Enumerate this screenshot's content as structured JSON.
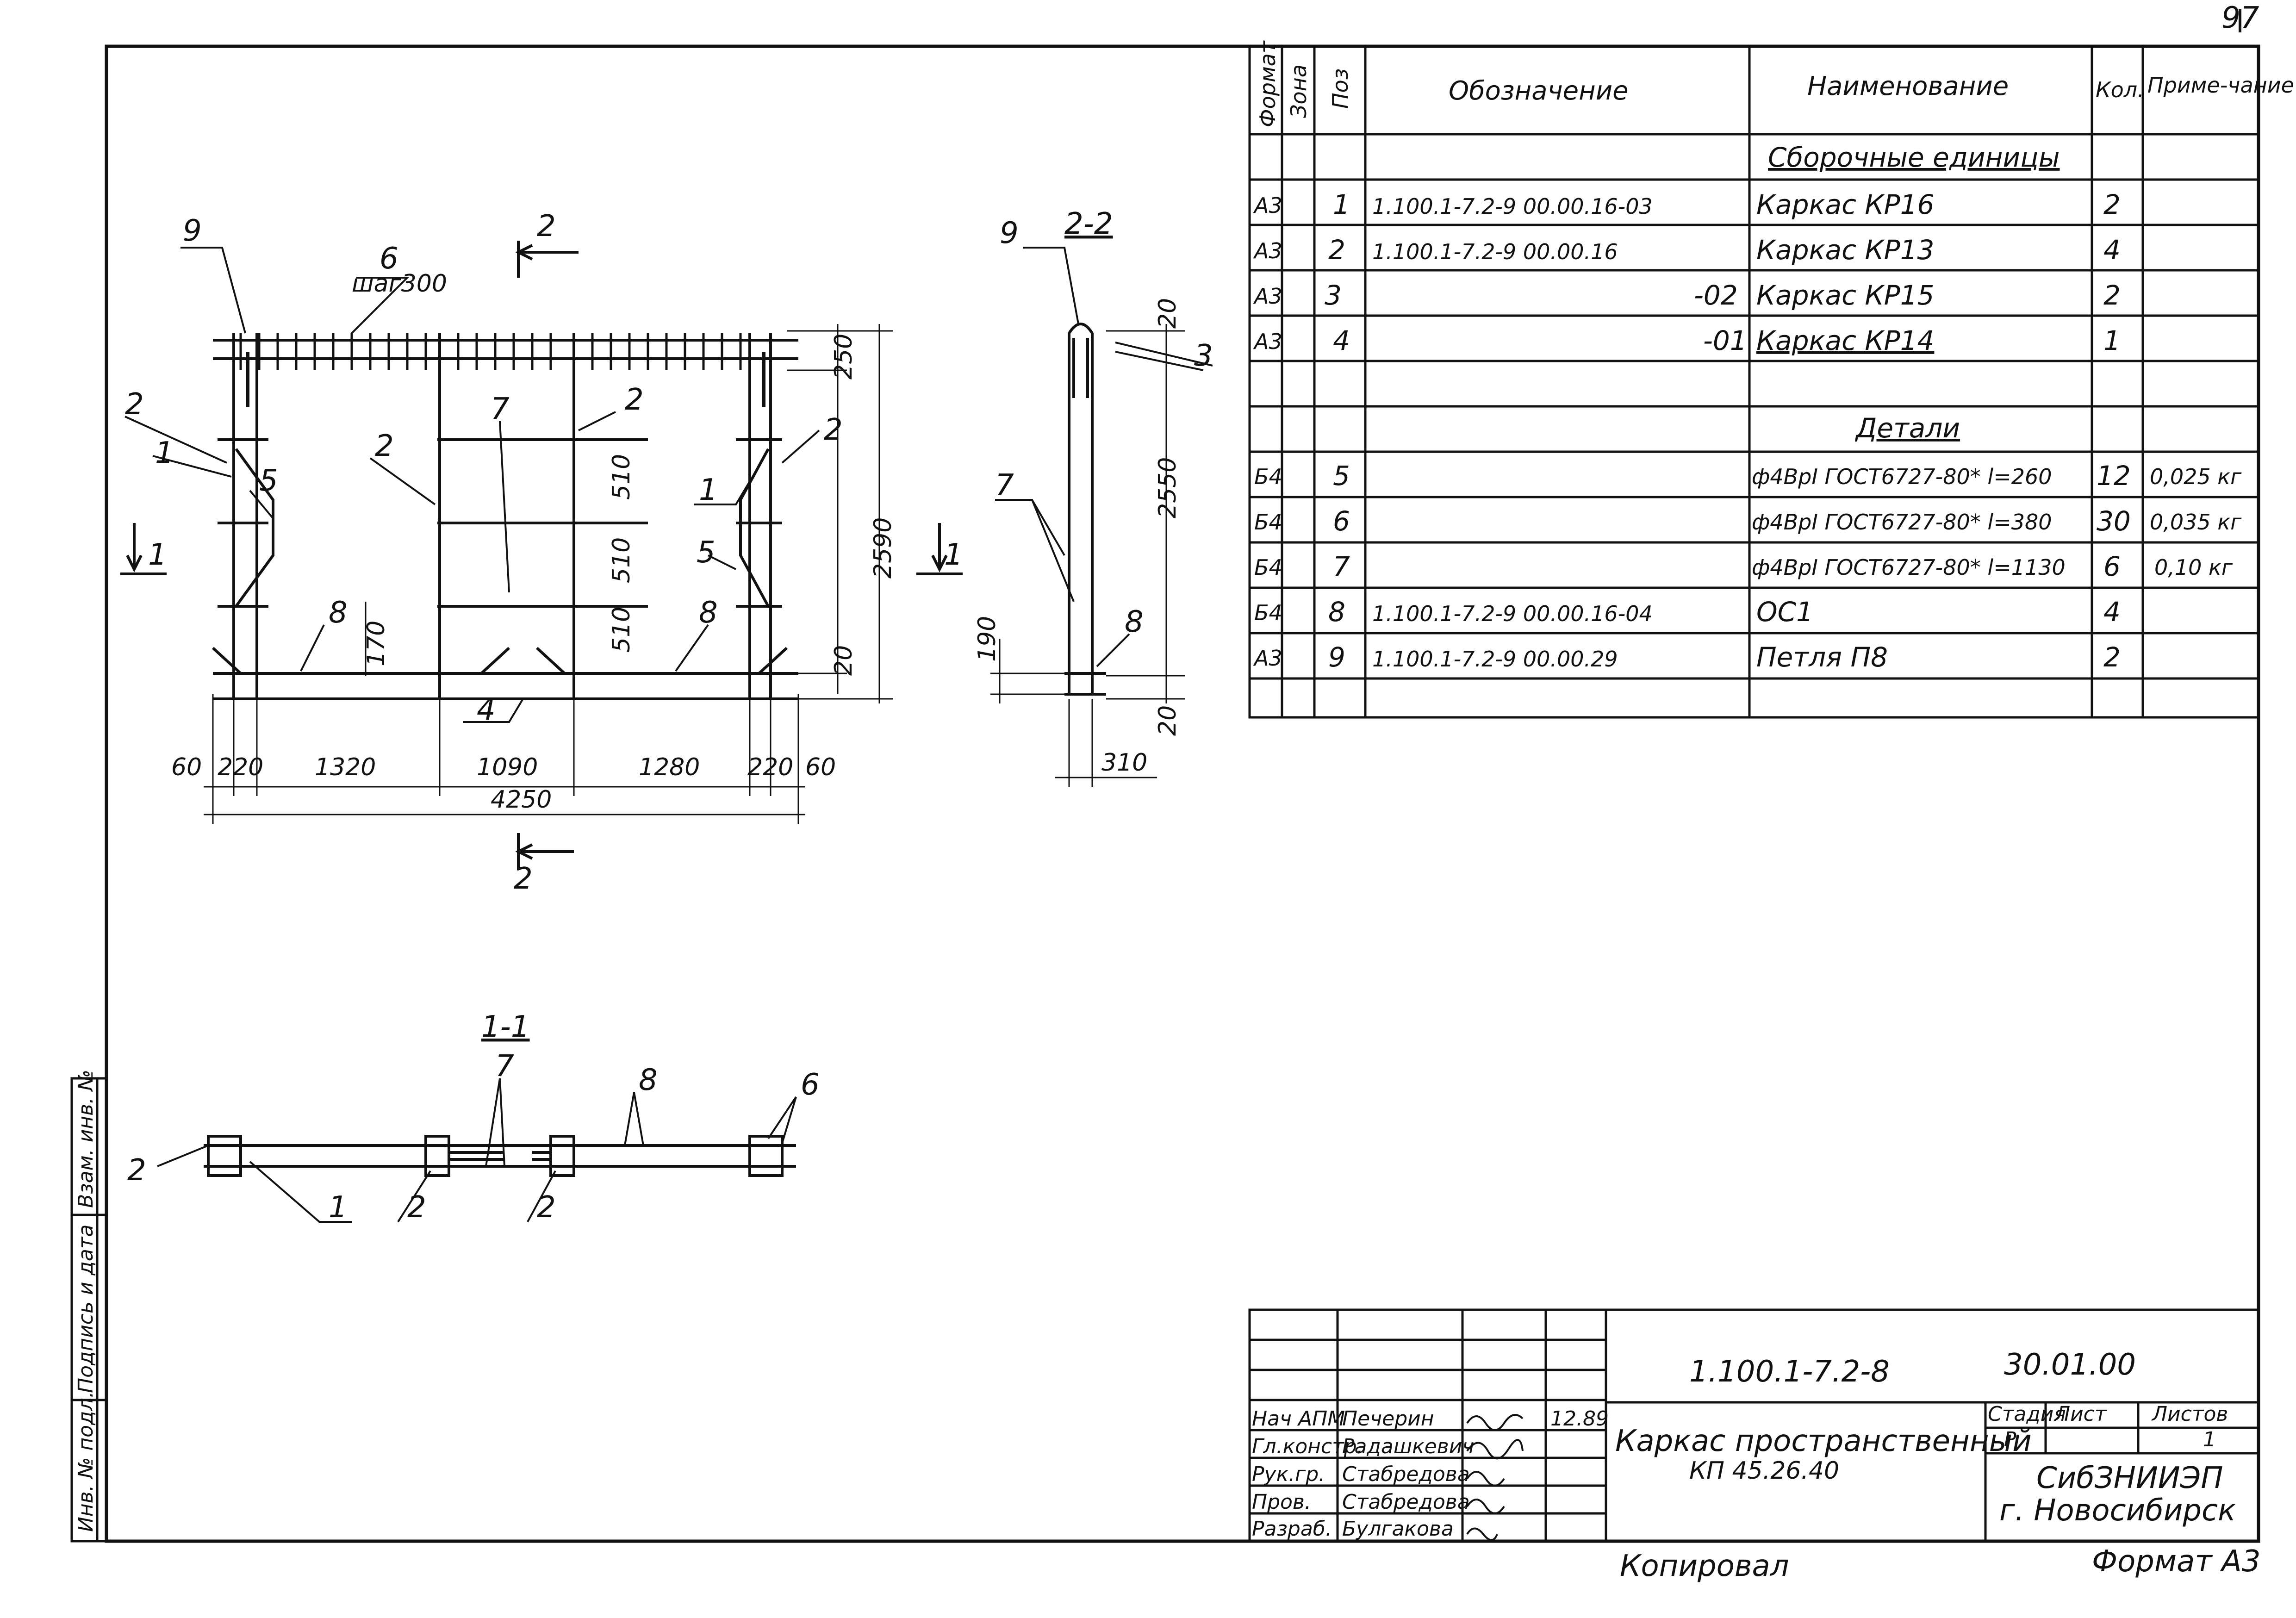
{
  "sheet": {
    "corner_number": "97",
    "copied_label": "Копировал",
    "format_label": "Формат А3"
  },
  "spec_table": {
    "headers": {
      "format": "Формат",
      "zone": "Зона",
      "pos": "Поз",
      "designation": "Обозначение",
      "name": "Наименование",
      "qty": "Кол.",
      "note": "Приме-чание"
    },
    "section_assemblies": "Сборочные единицы",
    "section_details": "Детали",
    "rows": [
      {
        "format": "А3",
        "pos": "1",
        "designation": "1.100.1-7.2-9   00.00.16-03",
        "name": "Каркас КР16",
        "qty": "2",
        "note": ""
      },
      {
        "format": "А3",
        "pos": "2",
        "designation": "1.100.1-7.2-9   00.00.16",
        "name": "Каркас КР13",
        "qty": "4",
        "note": ""
      },
      {
        "format": "А3",
        "pos": "3",
        "designation": "-02",
        "name": "Каркас КР15",
        "qty": "2",
        "note": ""
      },
      {
        "format": "А3",
        "pos": "4",
        "designation": "-01",
        "name": "Каркас КР14",
        "qty": "1",
        "note": ""
      },
      {
        "format": "Б4",
        "pos": "5",
        "designation": "",
        "name": "ф4ВрI ГОСТ6727-80* l=260",
        "qty": "12",
        "note": "0,025 кг"
      },
      {
        "format": "Б4",
        "pos": "6",
        "designation": "",
        "name": "ф4ВрI ГОСТ6727-80* l=380",
        "qty": "30",
        "note": "0,035 кг"
      },
      {
        "format": "Б4",
        "pos": "7",
        "designation": "",
        "name": "ф4ВрI ГОСТ6727-80* l=1130",
        "qty": "6",
        "note": "0,10 кг"
      },
      {
        "format": "Б4",
        "pos": "8",
        "designation": "1.100.1-7.2-9   00.00.16-04",
        "name": "ОС1",
        "qty": "4",
        "note": ""
      },
      {
        "format": "А3",
        "pos": "9",
        "designation": "1.100.1-7.2-9   00.00.29",
        "name": "Петля П8",
        "qty": "2",
        "note": ""
      }
    ]
  },
  "drawing": {
    "main_view": {
      "step_label": "шаг300",
      "dims_bottom": [
        "60",
        "220",
        "1320",
        "1090",
        "1280",
        "220",
        "60"
      ],
      "overall_width": "4250",
      "dims_right": [
        "250",
        "510",
        "510",
        "510",
        "20"
      ],
      "overall_height": "2590",
      "dim_170": "170",
      "section_marks": {
        "s1": "1",
        "s2": "2"
      },
      "callouts": [
        "9",
        "6",
        "2",
        "1",
        "5",
        "2",
        "7",
        "2",
        "2",
        "1",
        "5",
        "8",
        "8",
        "4"
      ]
    },
    "section_2_2": {
      "title": "2-2",
      "dims": [
        "20",
        "2550",
        "190",
        "20",
        "310"
      ],
      "callouts": [
        "9",
        "3",
        "7",
        "8"
      ]
    },
    "section_1_1": {
      "title": "1-1",
      "callouts": [
        "7",
        "8",
        "6",
        "2",
        "1",
        "2",
        "2"
      ]
    }
  },
  "side_stamp": {
    "labels": [
      "Инв. № подл.",
      "Подпись и дата",
      "Взам. инв. №"
    ]
  },
  "title_block": {
    "doc_code": "1.100.1-7.2-8",
    "date": "30.01.00",
    "title_line1": "Каркас пространственный",
    "title_line2": "КП 45.26.40",
    "stage_label": "Стадия",
    "sheet_label": "Лист",
    "sheets_label": "Листов",
    "stage_value": "Р",
    "sheets_value": "1",
    "org_line1": "СибЗНИИЭП",
    "org_line2": "г. Новосибирск",
    "signature_date": "12.89",
    "people": [
      {
        "role": "Нач АПМ",
        "name": "Печерин"
      },
      {
        "role": "Гл.констр.",
        "name": "Радашкевич"
      },
      {
        "role": "Рук.гр.",
        "name": "Стабредова"
      },
      {
        "role": "Пров.",
        "name": "Стабредова"
      },
      {
        "role": "Разраб.",
        "name": "Булгакова"
      }
    ]
  }
}
